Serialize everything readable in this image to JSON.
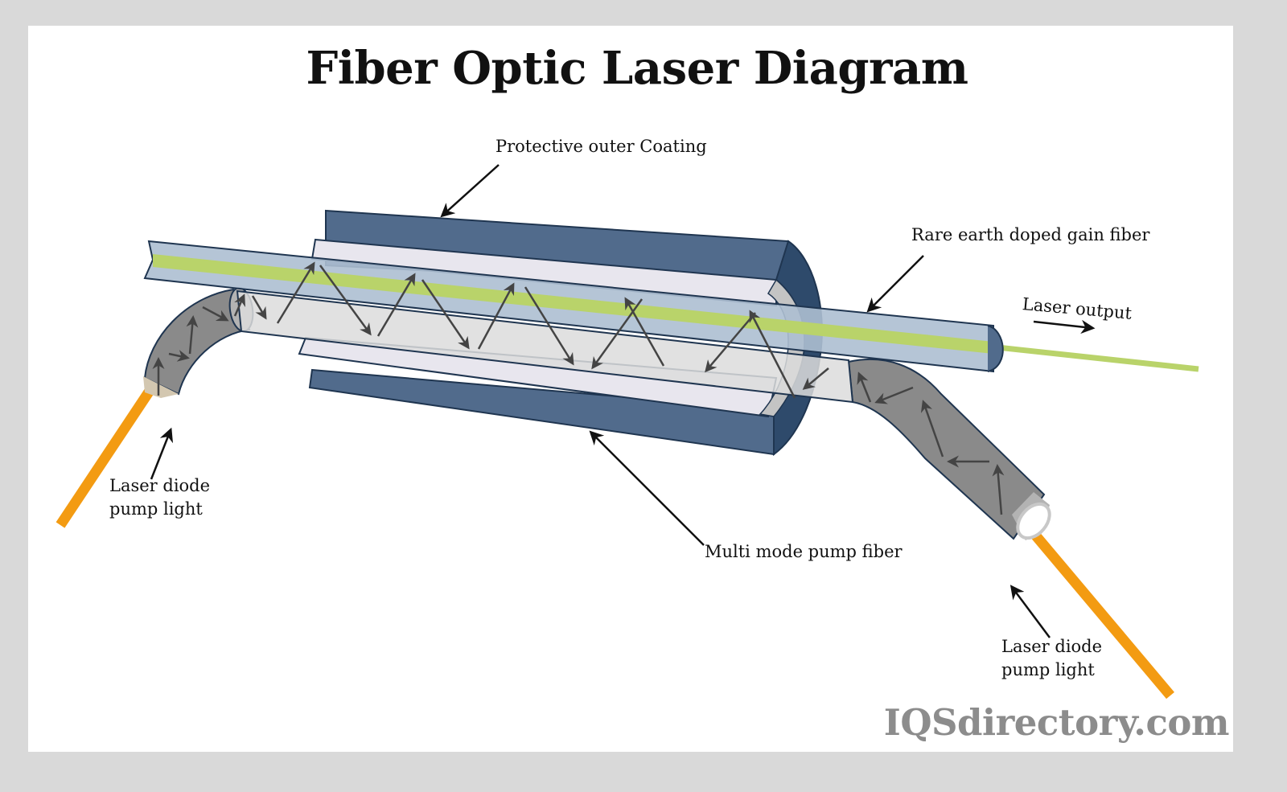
{
  "title": "Fiber Optic Laser Diagram",
  "labels": {
    "protective_coating": "Protective outer Coating",
    "gain_fiber": "Rare earth doped gain fiber",
    "laser_output": "Laser output",
    "pump_fiber": "Multi mode pump fiber",
    "pump_light_left": "Laser diode\npump light",
    "pump_light_right": "Laser diode\npump light"
  },
  "watermark": "IQSdirectory.com",
  "colors": {
    "coating": "#516b8c",
    "coating_end": "#2e4a6b",
    "cladding": "#e8e6ee",
    "gain_fiber": "#adbfd2",
    "core": "#b9d36a",
    "pump_fiber": "#dcdcdc",
    "bent_fiber": "#8a8a8a",
    "laser": "#f39b12",
    "outline": "#1f3550",
    "ray_arrow": "#444444",
    "watermark": "#8c8c8c"
  }
}
